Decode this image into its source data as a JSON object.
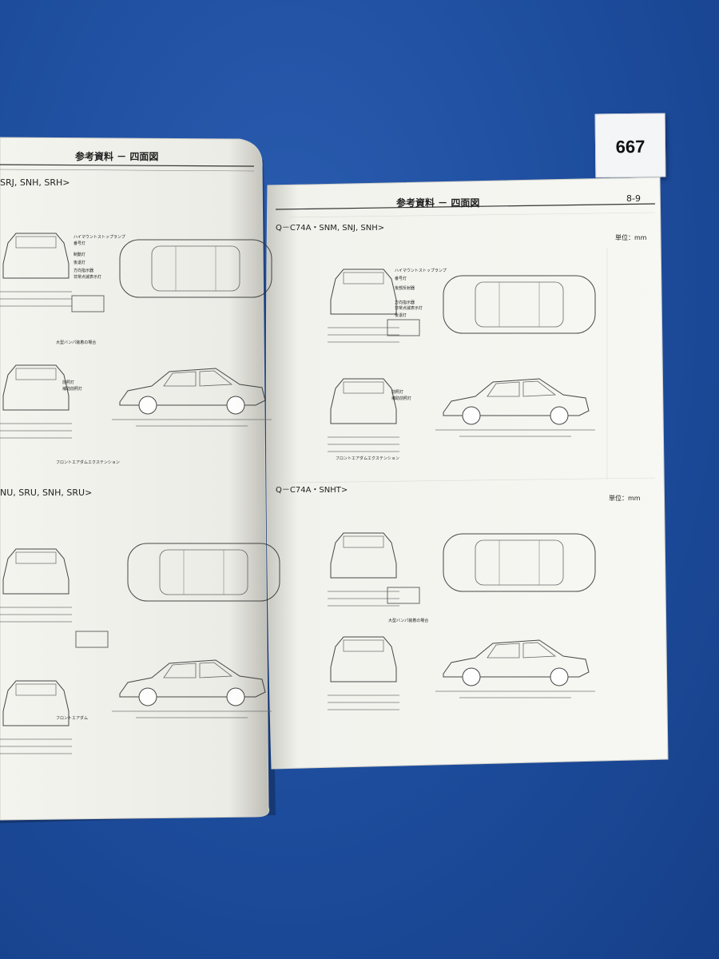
{
  "tag": {
    "number": "667"
  },
  "left_page": {
    "header": "参考資料 － 四面図",
    "section1": "SRJ, SNH, SRH>",
    "section2": "NU, SRU, SNH, SRU>",
    "labels": [
      "ハイマウントストップランプ",
      "番号灯",
      "制動灯",
      "後退灯",
      "方向指示器",
      "非常点滅表示灯",
      "前照灯",
      "補助前照灯",
      "大型バンパ装着の場合",
      "フロントエアダムエクステンション",
      "フロントエアダム"
    ]
  },
  "right_page": {
    "header": "参考資料 － 四面図",
    "page_number": "8-9",
    "unit": "単位：mm",
    "section1": "Q－C74A・SNM, SNJ, SNH>",
    "section2": "Q－C74A・SNHT>",
    "labels": [
      "ハイマウントストップランプ",
      "番号灯",
      "後部反射器",
      "方向指示器",
      "非常点滅表示灯",
      "後退灯",
      "前照灯",
      "補助前照灯",
      "大型バンパ装着の場合",
      "フロントエアダムエクステンション"
    ]
  },
  "colors": {
    "background": "#1d4c9c",
    "paper": "#f6f6f2",
    "ink": "#2a2a2a"
  }
}
